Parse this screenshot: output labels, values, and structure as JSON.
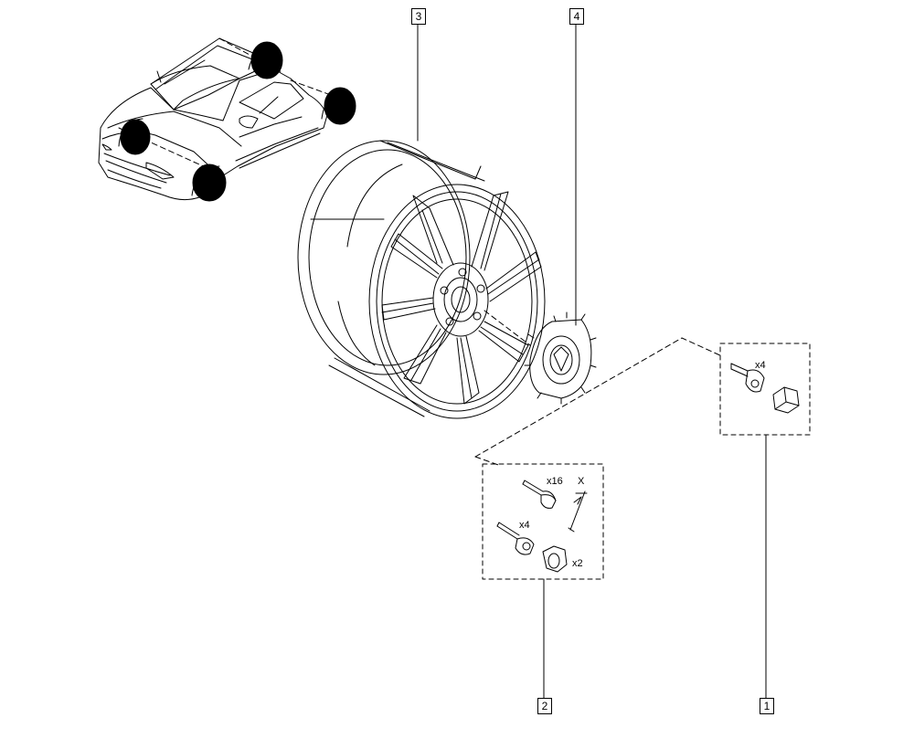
{
  "callouts": {
    "wheel": "3",
    "center_cap": "4",
    "bolt_set": "2",
    "nut_set": "1"
  },
  "quantities": {
    "bolt_x16": "x16",
    "bolt_x4": "x4",
    "nut_x2": "x2",
    "nut_set_x4": "x4",
    "dimension_x": "X"
  },
  "colors": {
    "line": "#000000",
    "tire_fill": "#000000",
    "background": "#ffffff"
  }
}
